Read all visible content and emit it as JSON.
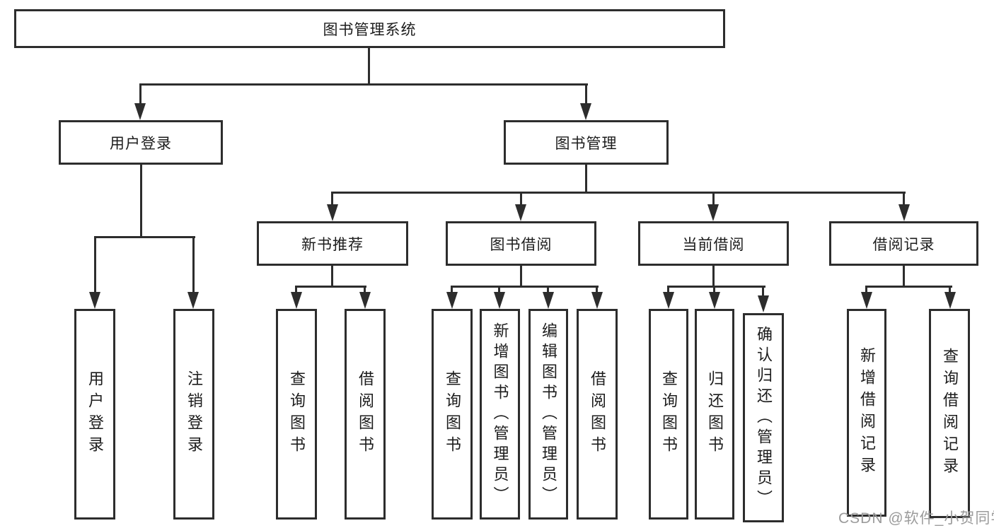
{
  "nodes": {
    "root": {
      "label": "图书管理系统"
    },
    "user_login": {
      "label": "用户登录"
    },
    "book_management": {
      "label": "图书管理"
    },
    "new_book_recommend": {
      "label": "新书推荐"
    },
    "book_borrowing": {
      "label": "图书借阅"
    },
    "current_borrowing": {
      "label": "当前借阅"
    },
    "borrowing_records": {
      "label": "借阅记录"
    },
    "leaf_user_login": {
      "label": "用户登录"
    },
    "leaf_logout": {
      "label": "注销登录"
    },
    "leaf_query_book_recommend": {
      "label": "查询图书"
    },
    "leaf_borrow_book_recommend": {
      "label": "借阅图书"
    },
    "leaf_query_book_borrowing": {
      "label": "查询图书"
    },
    "leaf_add_book_admin": {
      "label": "新增图书（管理员）"
    },
    "leaf_edit_book_admin": {
      "label": "编辑图书（管理员）"
    },
    "leaf_borrow_book_borrowing": {
      "label": "借阅图书"
    },
    "leaf_query_book_current": {
      "label": "查询图书"
    },
    "leaf_return_book": {
      "label": "归还图书"
    },
    "leaf_confirm_return_admin": {
      "label": "确认归还（管理员）"
    },
    "leaf_add_borrow_record": {
      "label": "新增借阅记录"
    },
    "leaf_query_borrow_record": {
      "label": "查询借阅记录"
    }
  },
  "watermark": "CSDN @软件_小贺同学",
  "colors": {
    "line": "#2d2d2d",
    "text": "#1c1c1c",
    "watermark": "#9b9b9b",
    "background": "#ffffff"
  }
}
